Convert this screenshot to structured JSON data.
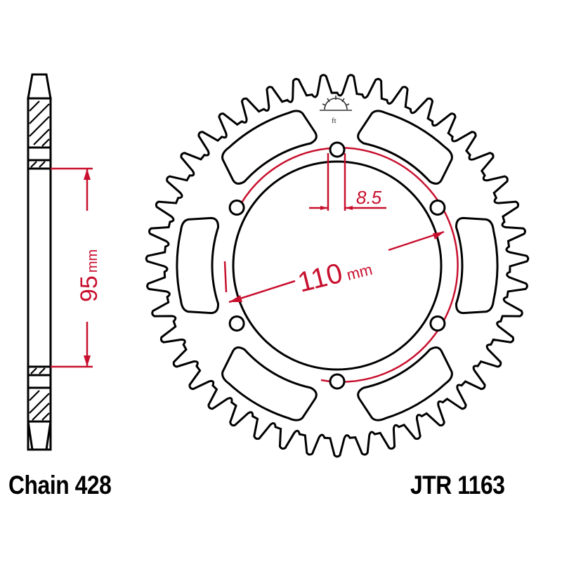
{
  "title": "JTR 1163",
  "chain_label": "Chain 428",
  "part_number": "JTR 1163",
  "dimensions": {
    "pcd": "110",
    "pcd_unit": "mm",
    "bolt_hole": "8.5",
    "center_bore": "95",
    "center_bore_unit": "mm"
  },
  "sprocket": {
    "teeth": 43,
    "bolt_holes": 6,
    "lightening_windows": 6
  },
  "colors": {
    "outline": "#000000",
    "dimension": "#c8102e",
    "background": "#ffffff"
  },
  "icons": [
    "sunrise-logo-icon"
  ]
}
